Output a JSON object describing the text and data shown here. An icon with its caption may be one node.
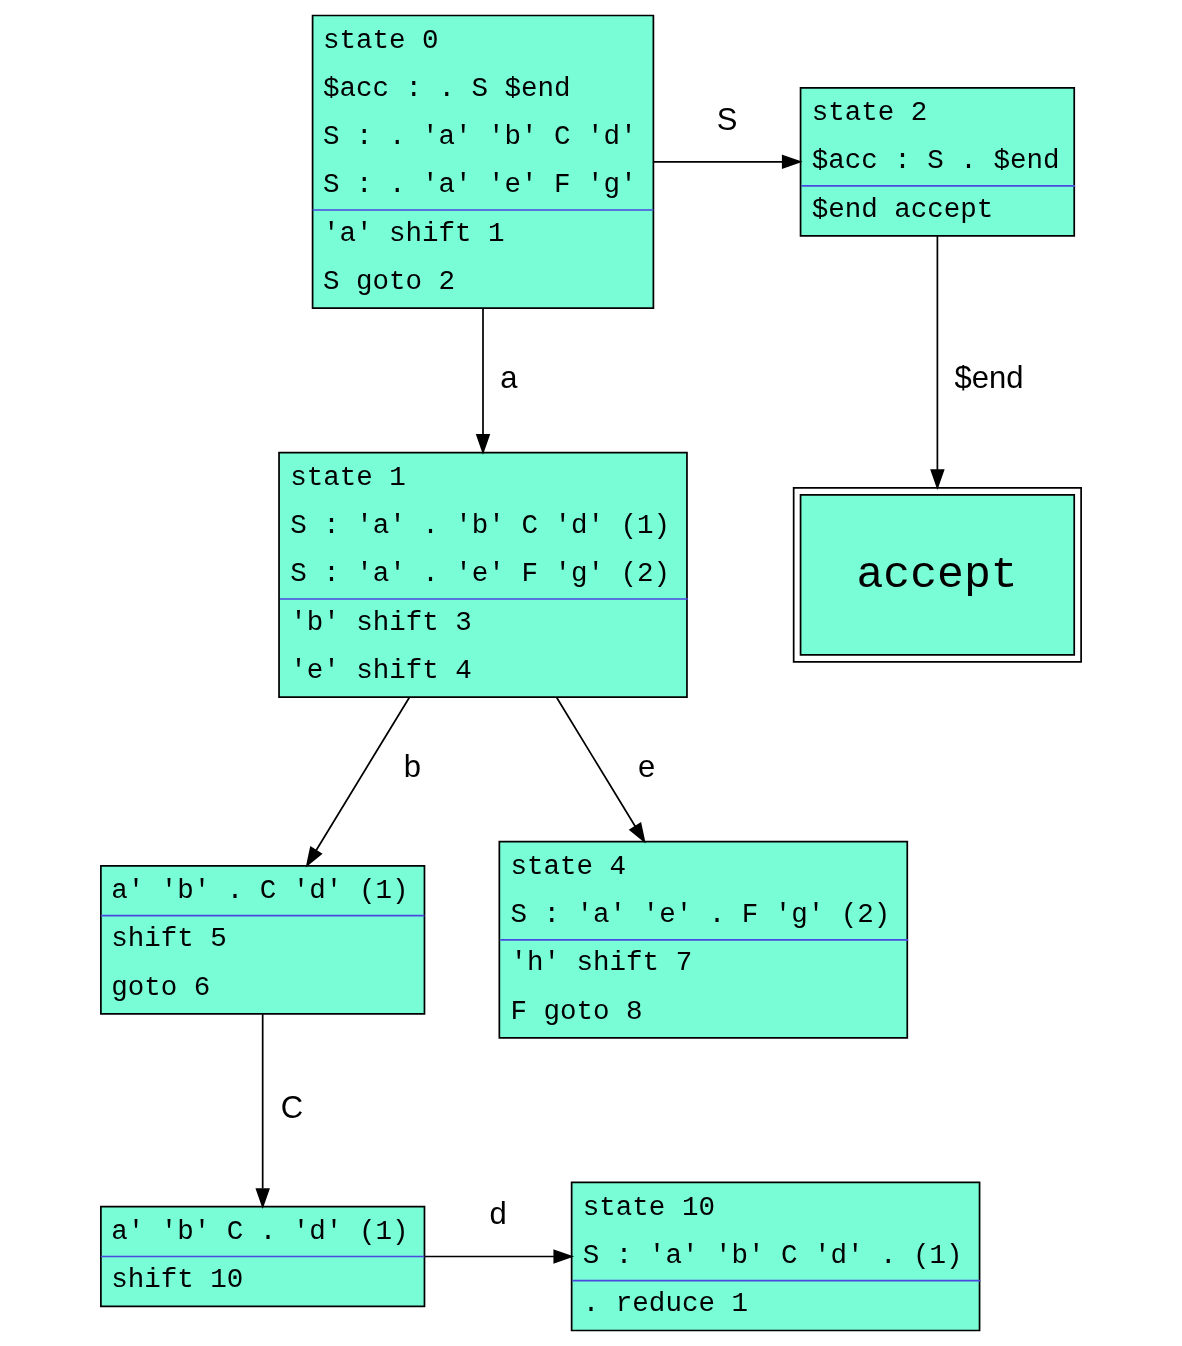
{
  "diagram": {
    "nodes": [
      {
        "text": [
          "state 0",
          "$acc : . S $end",
          "S : . 'a' 'b' C 'd'",
          "S : . 'a' 'e' F 'g'",
          "'a' shift 1",
          "S goto 2"
        ]
      },
      {
        "text": [
          "state 2",
          "$acc : S . $end",
          "$end accept"
        ]
      },
      {
        "text": [
          "state 1",
          "S : 'a' . 'b' C 'd' (1)",
          "S : 'a' . 'e' F 'g' (2)",
          "'b' shift 3",
          "'e' shift 4"
        ]
      },
      {
        "text": [
          "accept"
        ]
      },
      {
        "text": [
          "a' 'b' . C 'd' (1)",
          "shift 5",
          "goto 6"
        ]
      },
      {
        "text": [
          "state 4",
          "S : 'a' 'e' . F 'g' (2)",
          "'h' shift 7",
          "F goto 8"
        ]
      },
      {
        "text": [
          "a' 'b' C . 'd' (1)",
          "shift 10"
        ]
      },
      {
        "text": [
          "state 10",
          "S : 'a' 'b' C 'd' . (1)",
          ". reduce 1"
        ]
      }
    ],
    "edges": [
      {
        "from": 0,
        "to": 1,
        "arrow": "to",
        "label": "S"
      },
      {
        "from": 0,
        "to": 2,
        "arrow": "to",
        "label": "a"
      },
      {
        "from": 1,
        "to": 3,
        "arrow": "to",
        "label": "$end"
      },
      {
        "from": 2,
        "to": 4,
        "arrow": "to",
        "label": "b"
      },
      {
        "from": 2,
        "to": 5,
        "arrow": "to",
        "label": "e"
      },
      {
        "from": 4,
        "to": 6,
        "arrow": "to",
        "label": "C"
      },
      {
        "from": 6,
        "to": 7,
        "arrow": "to",
        "label": "d"
      }
    ]
  }
}
